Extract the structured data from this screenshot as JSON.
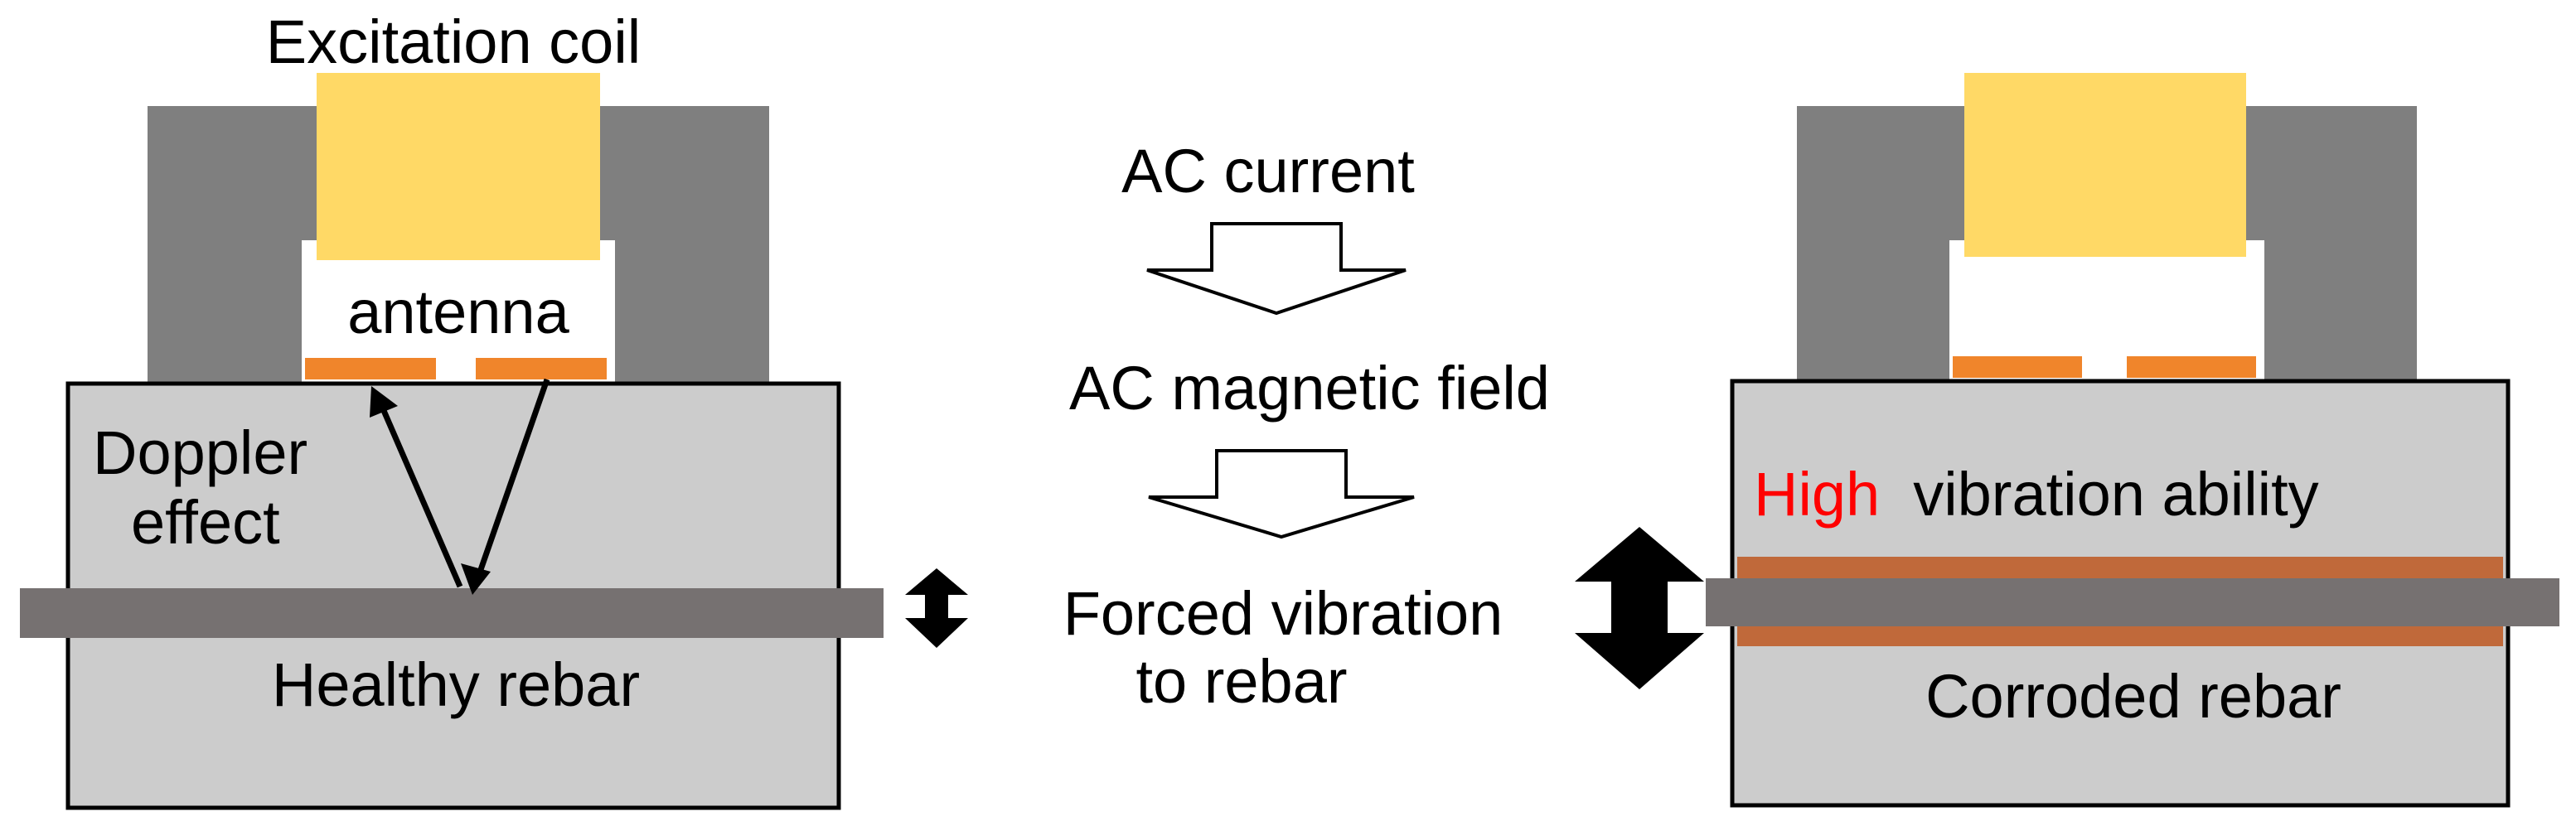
{
  "title_label": "Excitation coil",
  "antenna_label": "antenna",
  "doppler_label_line1": "Doppler",
  "doppler_label_line2": "effect",
  "healthy_label": "Healthy rebar",
  "corroded_label": "Corroded rebar",
  "flow": {
    "step1": "AC current",
    "step2": "AC magnetic field",
    "step3_line1": "Forced vibration",
    "step3_line2": "to rebar"
  },
  "vibration": {
    "high": "High",
    "rest": "vibration ability"
  },
  "colors": {
    "yoke": "#7f7f7f",
    "coil": "#ffd966",
    "antenna": "#f0852b",
    "concrete": "#cccccc",
    "rebar": "#767171",
    "corrosion": "#c0693a",
    "highlight": "#ff0000"
  }
}
